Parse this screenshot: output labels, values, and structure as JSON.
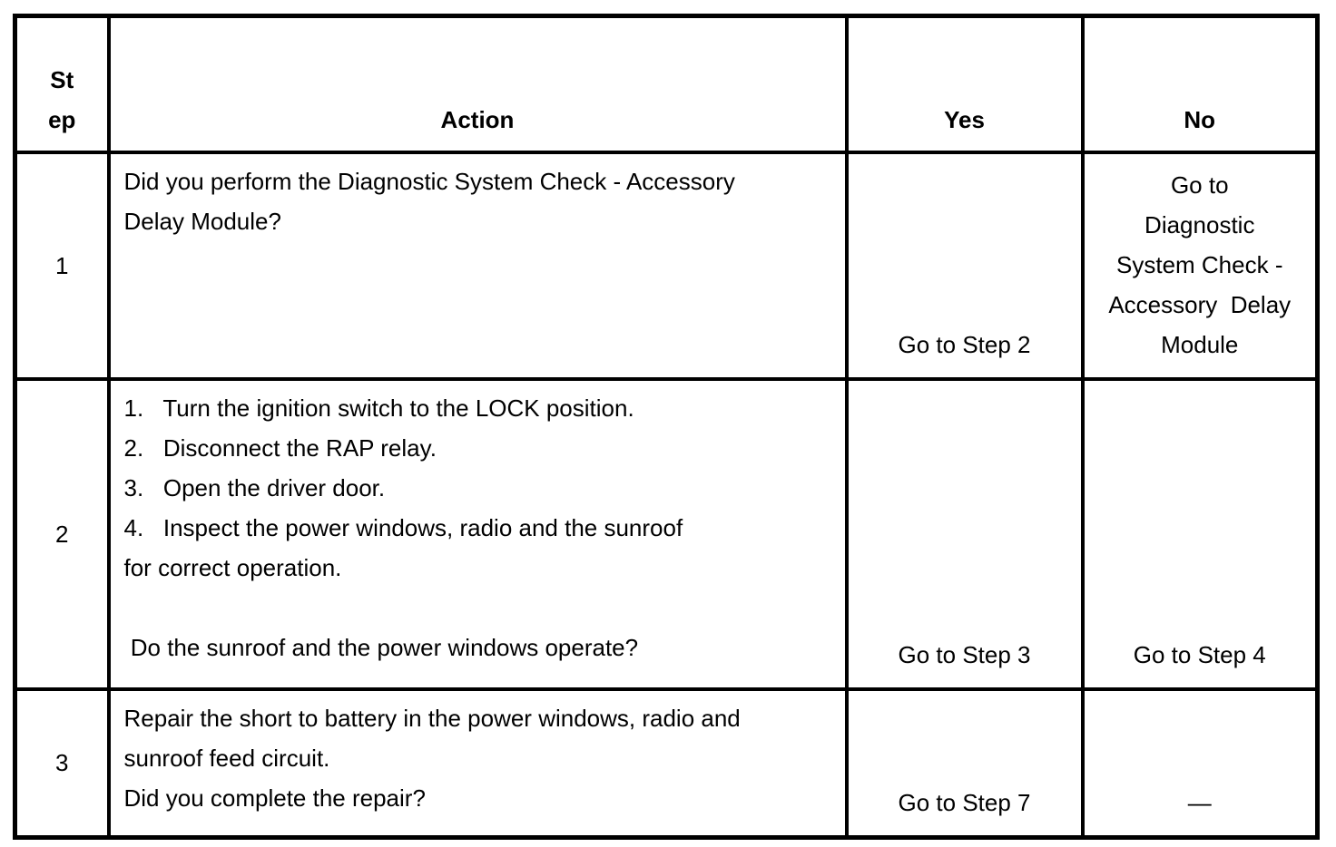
{
  "table": {
    "headers": {
      "step": "St\nep",
      "action": "Action",
      "yes": "Yes",
      "no": "No"
    },
    "rows": [
      {
        "step": "1",
        "action_lines": [
          "Did you perform the Diagnostic System Check - Accessory",
          "Delay Module?"
        ],
        "yes": "Go to Step 2",
        "no_lines": [
          "Go to",
          "Diagnostic",
          "System Check -",
          "Accessory  Delay",
          "Module"
        ]
      },
      {
        "step": "2",
        "action_lines": [
          "1.   Turn the ignition switch to the LOCK position.",
          "2.   Disconnect the RAP relay.",
          "3.   Open the driver door.",
          "4.   Inspect the power windows, radio and the sunroof",
          "for correct operation.",
          "",
          " Do the sunroof and the power windows operate?"
        ],
        "yes": "Go to Step 3",
        "no": "Go to Step 4"
      },
      {
        "step": "3",
        "action_lines": [
          "Repair the short to battery in the power windows, radio and",
          "sunroof feed circuit.",
          "Did you complete the repair?"
        ],
        "yes": "Go to Step 7",
        "no": "—"
      }
    ]
  }
}
